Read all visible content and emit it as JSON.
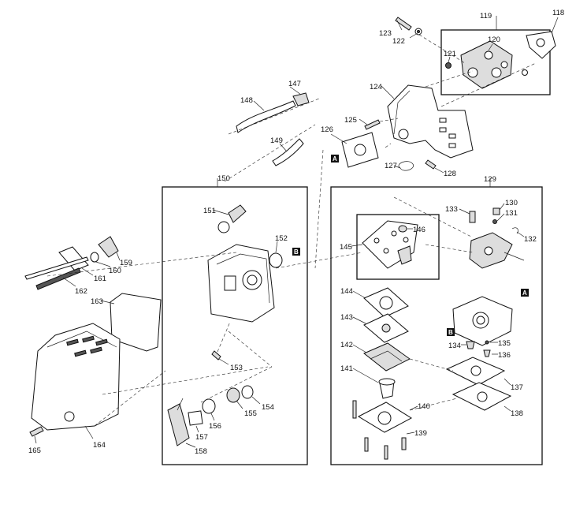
{
  "labels": {
    "p118": "118",
    "p119": "119",
    "p120": "120",
    "p121": "121",
    "p122": "122",
    "p123": "123",
    "p124": "124",
    "p125": "125",
    "p126": "126",
    "p127": "127",
    "p128": "128",
    "p129": "129",
    "p130": "130",
    "p131": "131",
    "p132": "132",
    "p133": "133",
    "p134": "134",
    "p135": "135",
    "p136": "136",
    "p137": "137",
    "p138": "138",
    "p139": "139",
    "p140": "140",
    "p141": "141",
    "p142": "142",
    "p143": "143",
    "p144": "144",
    "p145": "145",
    "p146": "146",
    "p147": "147",
    "p148": "148",
    "p149": "149",
    "p150": "150",
    "p151": "151",
    "p152": "152",
    "p153": "153",
    "p154": "154",
    "p155": "155",
    "p156": "156",
    "p157": "157",
    "p158": "158",
    "p159": "159",
    "p160": "160",
    "p161": "161",
    "p162": "162",
    "p163": "163",
    "p164": "164",
    "p165": "165"
  },
  "refs": {
    "A": "A",
    "B": "B"
  }
}
